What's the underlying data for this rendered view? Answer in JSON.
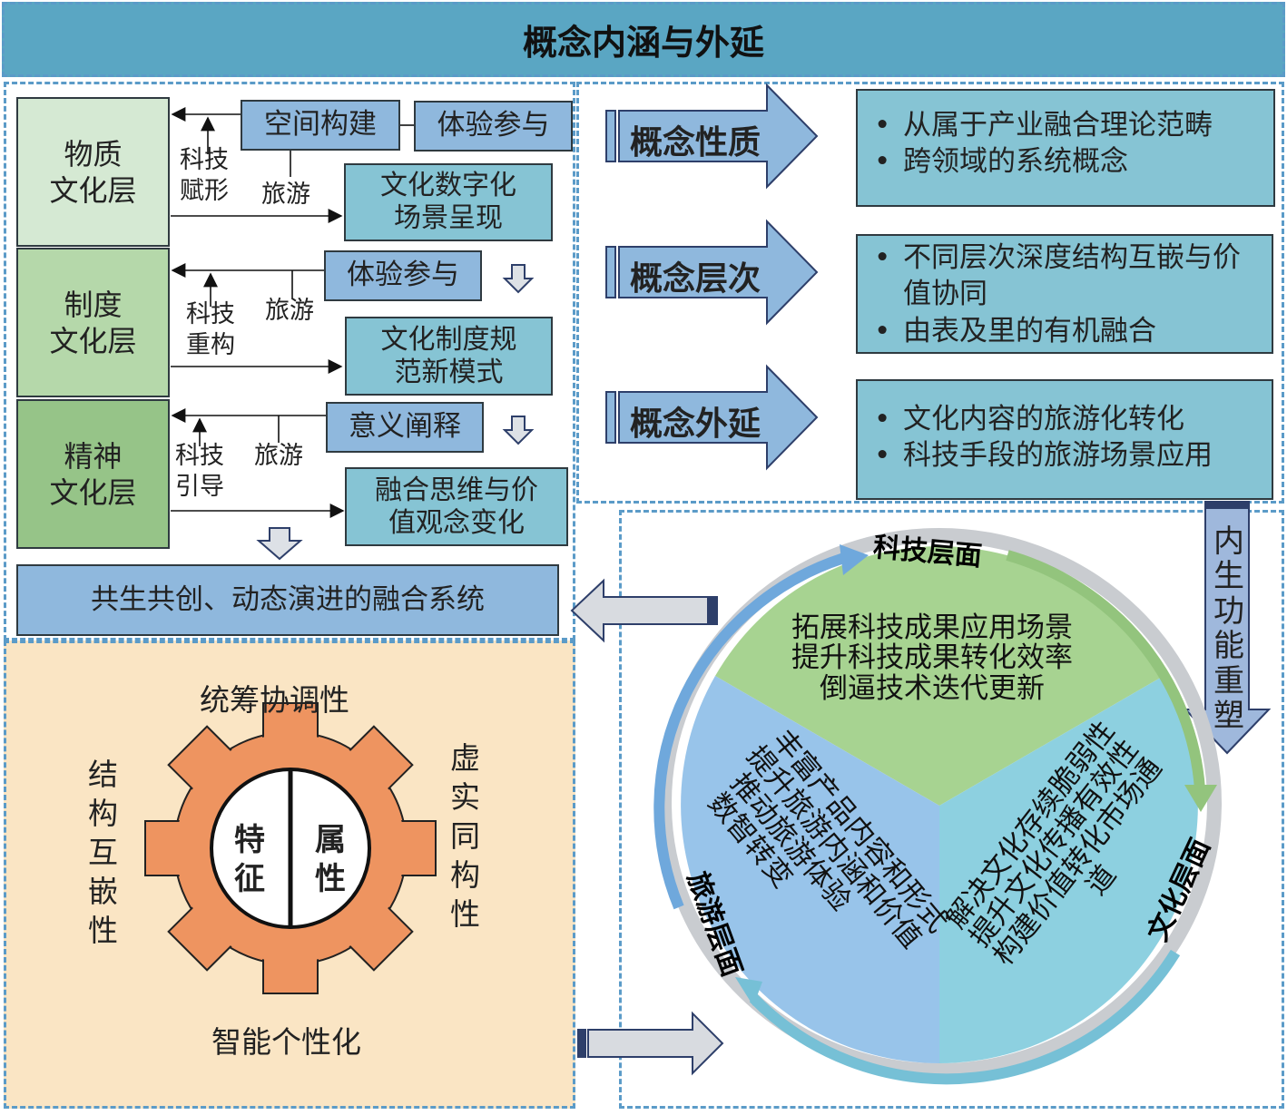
{
  "title": "概念内涵与外延",
  "layers": [
    {
      "label": "物质\n文化层",
      "color": "#d5e9d3"
    },
    {
      "label": "制度\n文化层",
      "color": "#b5d8aa"
    },
    {
      "label": "精神\n文化层",
      "color": "#96c488"
    }
  ],
  "links": {
    "row1": {
      "tech": "科技\n赋形",
      "tour": "旅游",
      "box_a": "空间构建",
      "box_b": "体验参与",
      "result": "文化数字化\n场景呈现"
    },
    "row2": {
      "tech": "科技\n重构",
      "tour": "旅游",
      "box_a": "体验参与",
      "result": "文化制度规\n范新模式"
    },
    "row3": {
      "tech": "科技\n引导",
      "tour": "旅游",
      "box_a": "意义阐释",
      "result": "融合思维与价\n值观念变化"
    }
  },
  "system": "共生共创、动态演进的融合系统",
  "concepts": [
    {
      "label": "概念性质",
      "bullets": [
        "从属于产业融合理论范畴",
        "跨领域的系统概念"
      ]
    },
    {
      "label": "概念层次",
      "bullets": [
        "不同层次深度结构互嵌与价值协同",
        "由表及里的有机融合"
      ]
    },
    {
      "label": "概念外延",
      "bullets": [
        "文化内容的旅游化转化",
        "科技手段的旅游场景应用"
      ]
    }
  ],
  "endogenous": "内生功能重塑",
  "gear": {
    "top": "统筹协调性",
    "left": "结构互嵌性",
    "right": "虚实同构性",
    "bottom": "智能个性化",
    "inner_left": "特征",
    "inner_right": "属性"
  },
  "circle": {
    "tech_label": "科技层面",
    "culture_label": "文化层面",
    "tourism_label": "旅游层面",
    "tech_lines": [
      "拓展科技成果应用场景",
      "提升科技成果转化效率",
      "倒逼技术迭代更新"
    ],
    "tourism_lines": [
      "丰富产品内容和形式",
      "提升旅游内涵和价值",
      "推动旅游体验",
      "数智转变"
    ],
    "culture_lines": [
      "解决文化存续脆弱性",
      "提升文化传播有效性",
      "构建价值转化市场通",
      "道"
    ]
  },
  "colors": {
    "title_bg": "#5aa6c3",
    "blue": "#8fb8dd",
    "teal": "#86c4d4",
    "green": "#a7d391",
    "orange": "#ee9460",
    "beige": "#fae5c4"
  }
}
